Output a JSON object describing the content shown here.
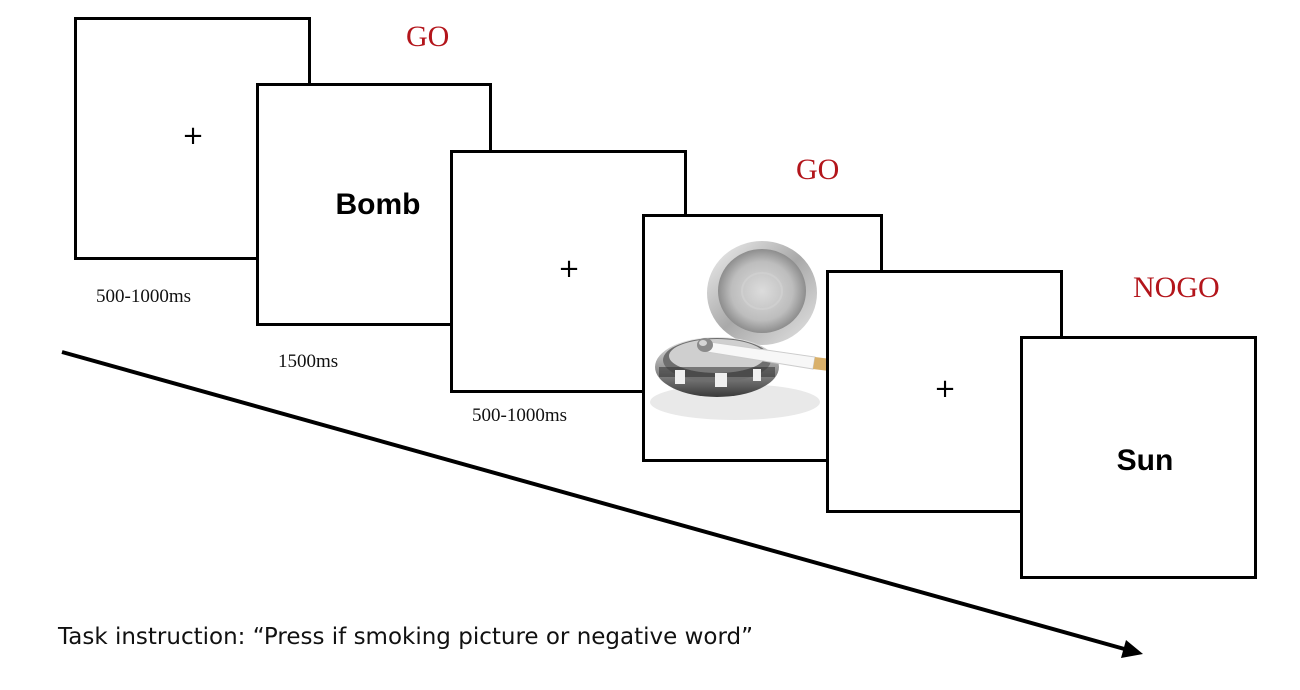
{
  "trial_sequence": {
    "frames": [
      {
        "type": "fixation",
        "content": "+"
      },
      {
        "type": "word",
        "content": "Bomb"
      },
      {
        "type": "fixation",
        "content": "+"
      },
      {
        "type": "picture",
        "content": "cigarette-in-ashtray-picture"
      },
      {
        "type": "fixation",
        "content": "+"
      },
      {
        "type": "word",
        "content": "Sun"
      }
    ],
    "responses": [
      "GO",
      "GO",
      "NOGO"
    ],
    "durations": [
      "500-1000ms",
      "1500ms",
      "500-1000ms"
    ]
  },
  "instruction": "Task instruction: “Press if smoking picture or negative word”",
  "colors": {
    "response_label": "#b3151b",
    "frame_border": "#000000",
    "arrow": "#000000"
  }
}
